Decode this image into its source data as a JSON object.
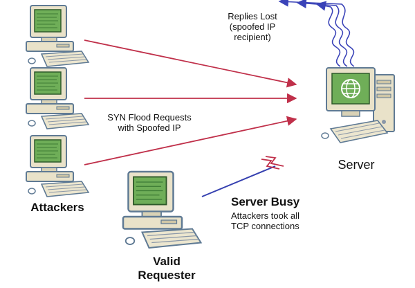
{
  "labels": {
    "replies": [
      "Replies Lost",
      "(spoofed IP",
      "recipient)"
    ],
    "syn": [
      "SYN Flood Requests",
      "with Spoofed IP"
    ],
    "server": "Server",
    "attackers": "Attackers",
    "busy_title": "Server Busy",
    "busy_desc": [
      "Attackers took all",
      "TCP connections"
    ],
    "valid": [
      "Valid",
      "Requester"
    ]
  },
  "icons": {
    "attacker_computer": "desktop-computer-icon",
    "server_computer": "server-computer-icon",
    "valid_computer": "desktop-computer-icon"
  },
  "colors": {
    "attack_arrow": "#c0304a",
    "reply_wave": "#3a43b8",
    "valid_arrow": "#3540b0",
    "break_mark": "#c0304a",
    "screen": "#6fae58",
    "case": "#e9e2c9",
    "frame": "#5f7a94"
  }
}
